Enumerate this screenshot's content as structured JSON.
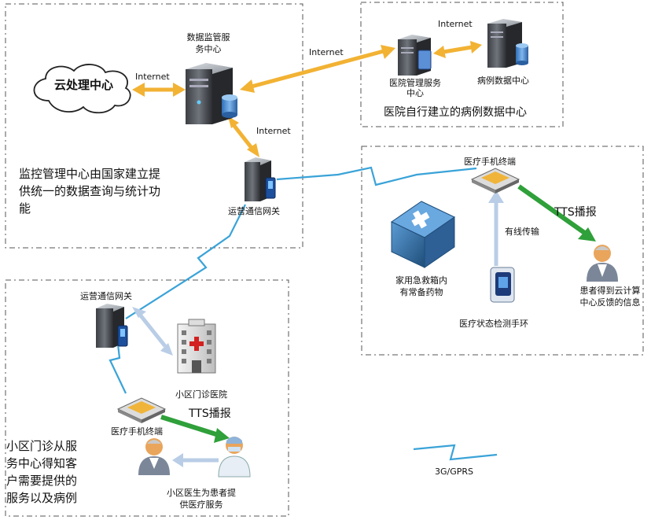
{
  "nodes": {
    "data_center": "数据监管服\n务中心",
    "cloud": "云处理中心",
    "hospital_server": "医院管理服务\n中心",
    "case_db": "病例数据中心",
    "gateway_top": "运营通信网关",
    "gateway_left": "运营通信网关",
    "terminal_right": "医疗手机终端",
    "terminal_left": "医疗手机终端",
    "first_aid_kit": "家用急救箱内\n有常备药物",
    "wristband": "医疗状态检测手环",
    "patient_right": "患者得到云计算\n中心反馈的信息",
    "clinic": "小区门诊医院",
    "doctor": "小区医生为患者提\n供医疗服务"
  },
  "links": {
    "internet_1": "Internet",
    "internet_2": "Internet",
    "internet_3": "Internet",
    "internet_4": "Internet",
    "wired": "有线传输",
    "tts_right": "TTS播报",
    "tts_left": "TTS播报",
    "legend_3g": "3G/GPRS"
  },
  "zones": {
    "monitor": "监控管理中心由国家建立提\n供统一的数据查询与统计功\n能",
    "hospital": "医院自行建立的病例数据中心",
    "community": "小区门诊从服\n务中心得知客\n户需要提供的\n服务以及病例"
  },
  "colors": {
    "internet_arrow": "#f2b233",
    "wireless": "#3aa3d8",
    "tts_arrow": "#2fa03a",
    "link_arrow": "#b9cde6",
    "zone_border": "#555555"
  }
}
